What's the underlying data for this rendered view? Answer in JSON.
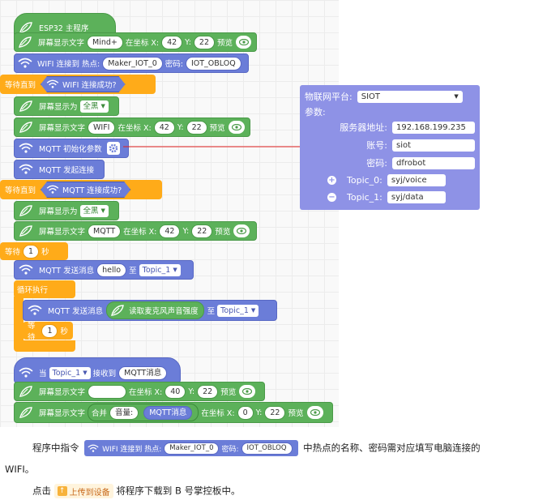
{
  "main_program": {
    "title": "ESP32 主程序",
    "b1": {
      "label": "屏幕显示文字",
      "text": "Mind+",
      "at": "在坐标 X:",
      "x": "42",
      "y_label": "Y:",
      "y": "22",
      "preview": "预览"
    },
    "b2": {
      "label": "WIFI 连接到 热点:",
      "ssid": "Maker_IOT_0",
      "pwd_label": "密码:",
      "pwd": "IOT_OBLOQ"
    },
    "b3": {
      "wait": "等待直到",
      "cond": "WIFI 连接成功?"
    },
    "b4": {
      "label": "屏幕显示为",
      "value": "全黑"
    },
    "b5": {
      "label": "屏幕显示文字",
      "text": "WIFI",
      "at": "在坐标 X:",
      "x": "42",
      "y_label": "Y:",
      "y": "22",
      "preview": "预览"
    },
    "b6": {
      "label": "MQTT 初始化参数"
    },
    "b7": {
      "label": "MQTT 发起连接"
    },
    "b8": {
      "wait": "等待直到",
      "cond": "MQTT 连接成功?"
    },
    "b9": {
      "label": "屏幕显示为",
      "value": "全黑"
    },
    "b10": {
      "label": "屏幕显示文字",
      "text": "MQTT",
      "at": "在坐标 X:",
      "x": "42",
      "y_label": "Y:",
      "y": "22",
      "preview": "预览"
    },
    "b11": {
      "wait": "等待",
      "n": "1",
      "unit": "秒"
    },
    "b12": {
      "label": "MQTT 发送消息",
      "msg": "hello",
      "to": "至",
      "topic": "Topic_1"
    },
    "loop": {
      "label": "循环执行"
    },
    "b13": {
      "label": "MQTT 发送消息",
      "reporter": "读取麦克风声音强度",
      "to": "至",
      "topic": "Topic_1"
    },
    "b14": {
      "wait": "等待",
      "n": "1",
      "unit": "秒"
    }
  },
  "event": {
    "when": "当",
    "topic": "Topic_1",
    "received": "接收到",
    "var": "MQTT消息",
    "c1": {
      "label": "屏幕显示文字",
      "text": "",
      "at": "在坐标 X:",
      "x": "40",
      "y_label": "Y:",
      "y": "22",
      "preview": "预览"
    },
    "c2": {
      "label": "屏幕显示文字",
      "join": "合并",
      "part1": "音量:",
      "part2": "MQTT消息",
      "at": "在坐标 X:",
      "x": "0",
      "y_label": "Y:",
      "y": "22",
      "preview": "预览"
    }
  },
  "mqtt_panel": {
    "platform_label": "物联网平台:",
    "platform": "SIOT",
    "params_label": "参数:",
    "server_label": "服务器地址:",
    "server": "192.168.199.235",
    "account_label": "账号:",
    "account": "siot",
    "password_label": "密码:",
    "password": "dfrobot",
    "topic0_label": "Topic_0:",
    "topic0": "syj/voice",
    "topic1_label": "Topic_1:",
    "topic1": "syj/data"
  },
  "instructions": {
    "p1_pre": "程序中指令",
    "p1_post": "中热点的名称、密码需对应填写电脑连接的",
    "p1_tail": "WIFI。",
    "inline_label": "WIFI 连接到 热点:",
    "inline_ssid": "Maker_IOT_0",
    "inline_pwd_label": "密码:",
    "inline_pwd": "IOT_OBLOQ",
    "p2_pre": "点击",
    "upload": "上传到设备",
    "p2_post": "将程序下载到 B 号掌控板中。"
  },
  "colors": {
    "display_green": "#5cb15a",
    "network_blue": "#6b7dd8",
    "control_orange": "#ffab19",
    "panel": "#8e92e6",
    "arrow": "#e02020"
  }
}
